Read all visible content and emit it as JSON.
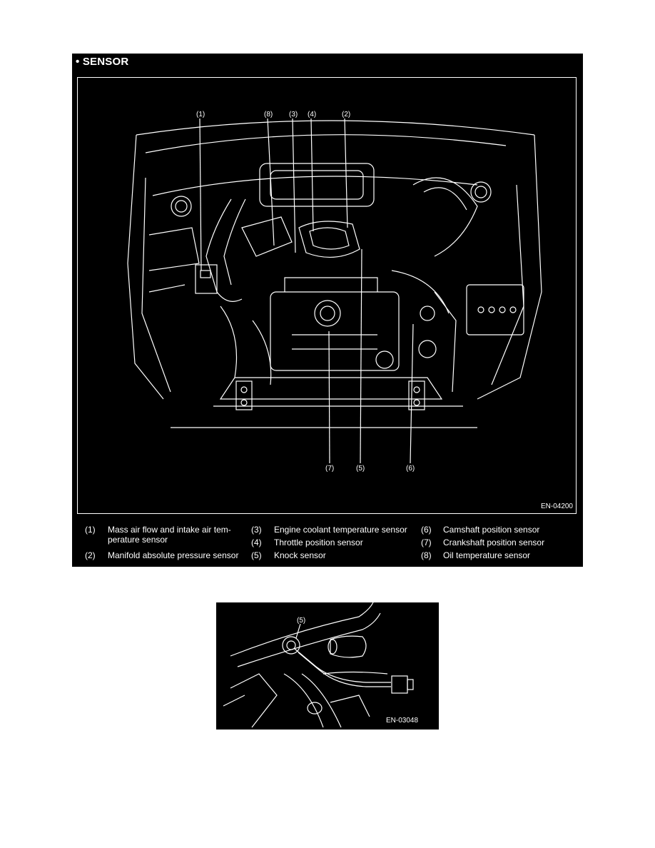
{
  "sensor_panel": {
    "title": "• SENSOR",
    "ref_code": "EN-04200",
    "callouts": {
      "c1": "(1)",
      "c8": "(8)",
      "c3": "(3)",
      "c4": "(4)",
      "c2": "(2)",
      "c7": "(7)",
      "c5": "(5)",
      "c6": "(6)"
    },
    "legend": [
      {
        "num": "(1)",
        "text_line1": "Mass air flow and intake air tem-",
        "text_line2": "perature sensor"
      },
      {
        "num": "(2)",
        "text_line1": "Manifold absolute pressure sensor"
      },
      {
        "num": "(3)",
        "text_line1": "Engine coolant temperature sensor"
      },
      {
        "num": "(4)",
        "text_line1": "Throttle position sensor"
      },
      {
        "num": "(5)",
        "text_line1": "Knock sensor"
      },
      {
        "num": "(6)",
        "text_line1": "Camshaft position sensor"
      },
      {
        "num": "(7)",
        "text_line1": "Crankshaft position sensor"
      },
      {
        "num": "(8)",
        "text_line1": "Oil temperature sensor"
      }
    ]
  },
  "knock_panel": {
    "callout": "(5)",
    "ref_code": "EN-03048"
  }
}
